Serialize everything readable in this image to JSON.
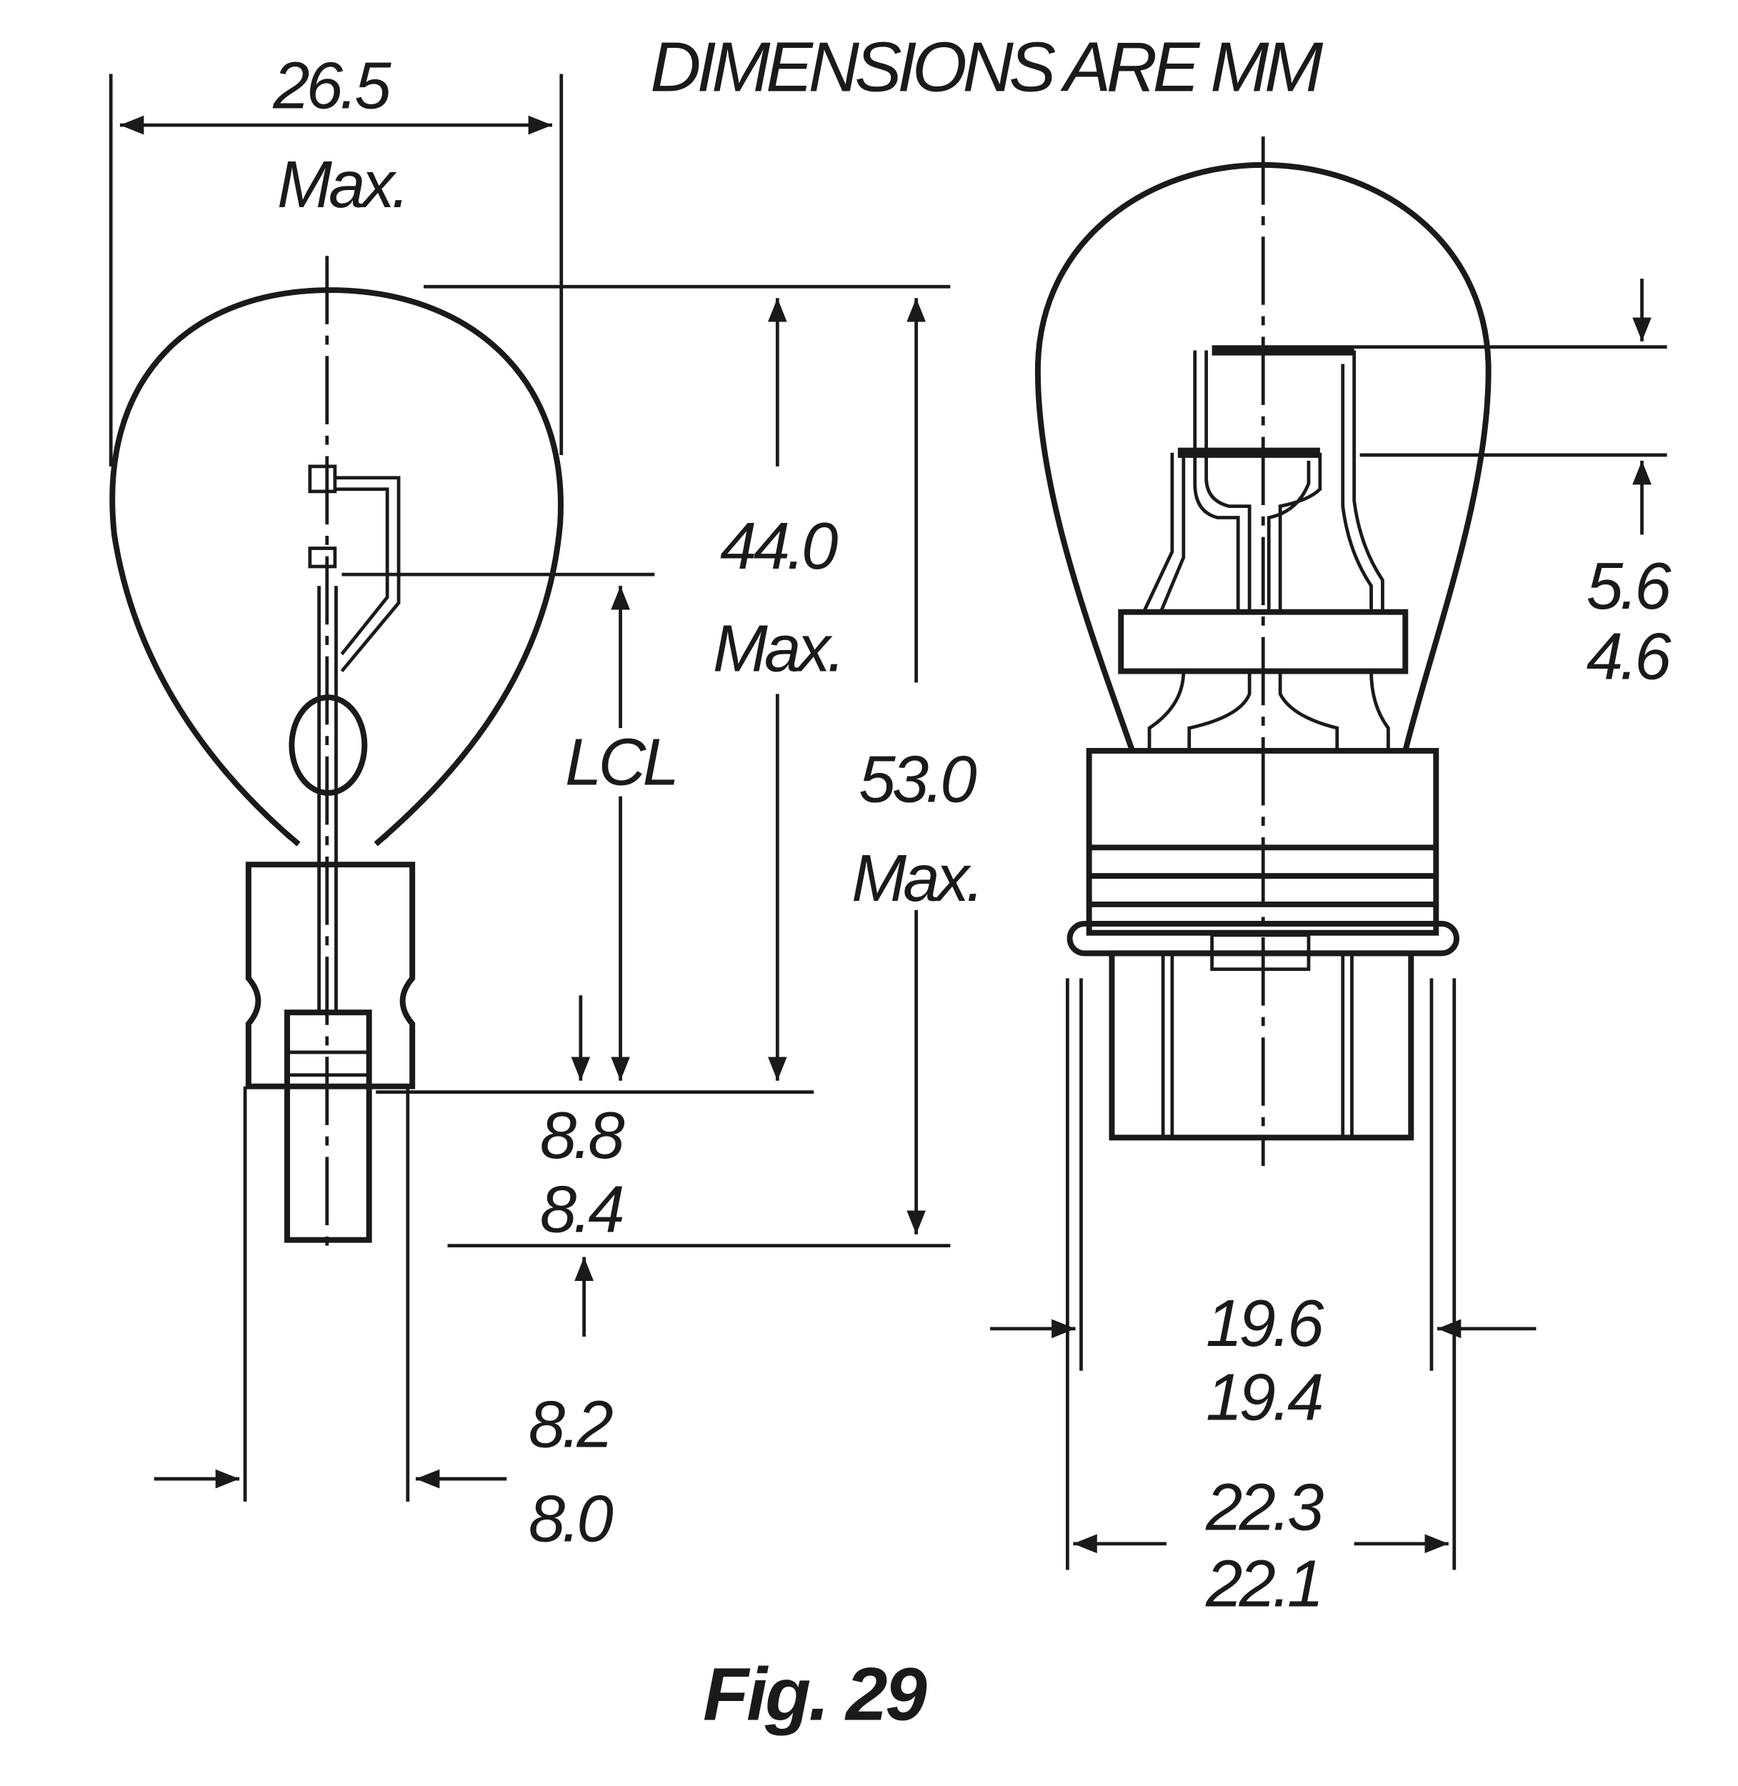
{
  "title": "DIMENSIONS ARE MM",
  "figure_label": "Fig. 29",
  "side_view": {
    "globe_diameter": {
      "value": "26.5",
      "note": "Max."
    },
    "light_center_length": "LCL",
    "bulb_height": {
      "value": "44.0",
      "note": "Max."
    },
    "overall_length": {
      "value": "53.0",
      "note": "Max."
    },
    "base_offset": {
      "max": "8.8",
      "min": "8.4"
    },
    "pin_width": {
      "max": "8.2",
      "min": "8.0"
    }
  },
  "front_view": {
    "filament_spacing": {
      "max": "5.6",
      "min": "4.6"
    },
    "base_width_inner": {
      "max": "19.6",
      "min": "19.4"
    },
    "base_width_outer": {
      "max": "22.3",
      "min": "22.1"
    }
  },
  "colors": {
    "ink": "#1a1a1a",
    "background": "#ffffff"
  }
}
